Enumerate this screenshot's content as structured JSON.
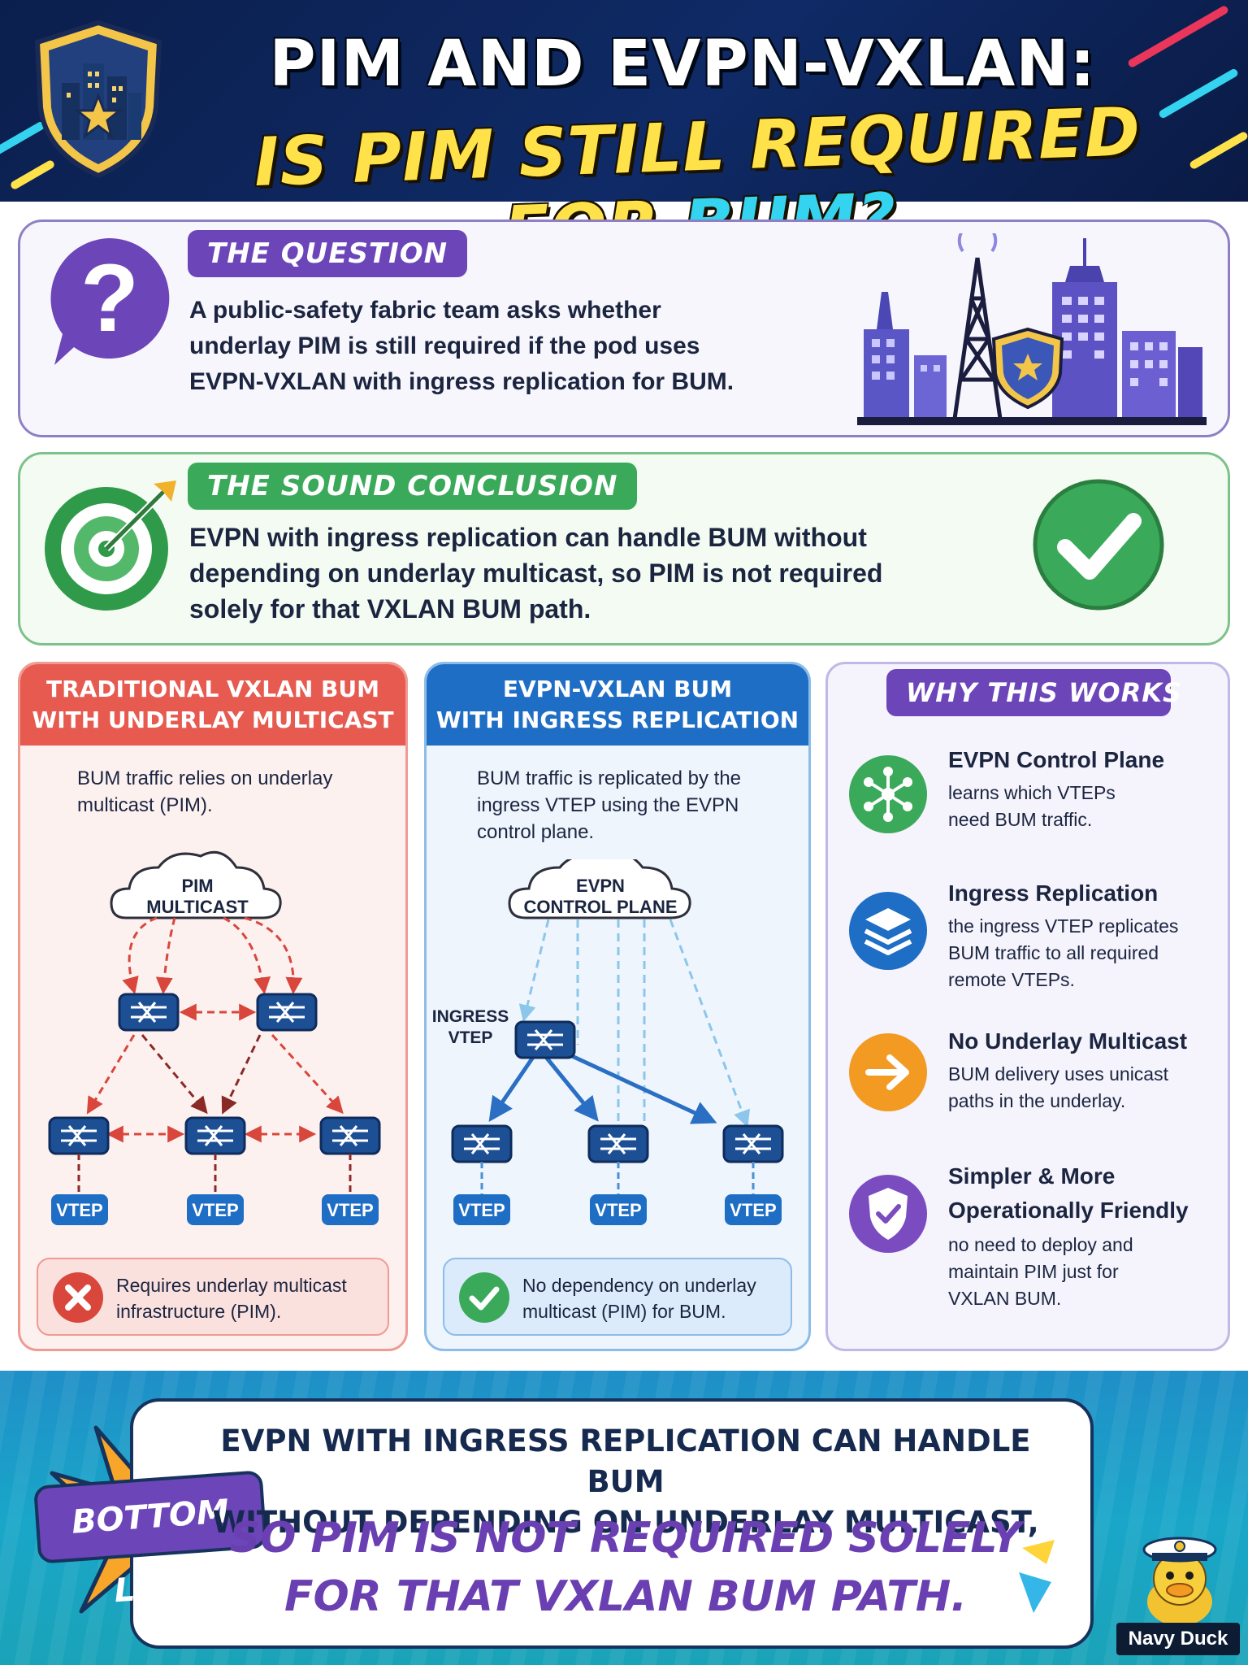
{
  "header": {
    "title_line1": "PIM AND EVPN-VXLAN:",
    "title_line2_prefix": "IS PIM STILL REQUIRED FOR ",
    "title_line2_highlight": "BUM?"
  },
  "question": {
    "tag": "THE QUESTION",
    "line1": "A public-safety fabric team asks whether",
    "line2": "underlay PIM is still required if the pod uses",
    "line3": "EVPN-VXLAN with ingress replication for BUM."
  },
  "conclusion": {
    "tag": "THE SOUND CONCLUSION",
    "line1": "EVPN with ingress replication can handle BUM without",
    "line2": "depending on underlay multicast, so PIM is not required",
    "line3": "solely for that VXLAN BUM path."
  },
  "traditional": {
    "header_line1": "TRADITIONAL VXLAN BUM",
    "header_line2": "WITH UNDERLAY MULTICAST",
    "desc_line1": "BUM traffic relies on underlay",
    "desc_line2": "multicast (PIM).",
    "cloud_line1": "PIM",
    "cloud_line2": "MULTICAST",
    "vteps": [
      "VTEP",
      "VTEP",
      "VTEP"
    ],
    "note_line1": "Requires underlay multicast",
    "note_line2": "infrastructure (PIM)."
  },
  "evpn": {
    "header_line1": "EVPN-VXLAN BUM",
    "header_line2": "WITH INGRESS REPLICATION",
    "desc_line1": "BUM traffic is replicated by the",
    "desc_line2": "ingress VTEP using the EVPN",
    "desc_line3": "control plane.",
    "cloud_line1": "EVPN",
    "cloud_line2": "CONTROL PLANE",
    "ingress_line1": "INGRESS",
    "ingress_line2": "VTEP",
    "vteps": [
      "VTEP",
      "VTEP",
      "VTEP"
    ],
    "note_line1": "No dependency on underlay",
    "note_line2": "multicast (PIM) for BUM."
  },
  "why": {
    "header": "WHY THIS WORKS",
    "items": [
      {
        "title1": "EVPN Control Plane",
        "title2": "",
        "text1": "learns which VTEPs",
        "text2": "need BUM traffic.",
        "text3": "",
        "icon": "network-icon",
        "color": "#3aaa5a"
      },
      {
        "title1": "Ingress Replication",
        "title2": "",
        "text1": "the ingress VTEP replicates",
        "text2": "BUM traffic to all required",
        "text3": "remote VTEPs.",
        "icon": "layers-icon",
        "color": "#1f6ec5"
      },
      {
        "title1": "No Underlay Multicast",
        "title2": "",
        "text1": "BUM delivery uses unicast",
        "text2": "paths in the underlay.",
        "text3": "",
        "icon": "arrow-right-icon",
        "color": "#f29a22"
      },
      {
        "title1": "Simpler & More",
        "title2": "Operationally Friendly",
        "text1": "no need to deploy and",
        "text2": "maintain PIM just for",
        "text3": "VXLAN BUM.",
        "icon": "shield-check-icon",
        "color": "#7a4cc0"
      }
    ]
  },
  "bottom": {
    "badge": "BOTTOM LINE",
    "line1": "EVPN WITH INGRESS REPLICATION CAN HANDLE BUM",
    "line2": "WITHOUT DEPENDING ON UNDERLAY MULTICAST,",
    "line3": "SO PIM IS NOT REQUIRED SOLELY",
    "line4": "FOR THAT VXLAN BUM PATH."
  },
  "brand": {
    "mascot_label": "Navy Duck"
  },
  "colors": {
    "header_bg": "#0b1f4d",
    "title_yellow": "#ffe14a",
    "title_cyan": "#34d3f0",
    "purple": "#7a4cc0",
    "green": "#3aaa5a",
    "red": "#e65a50",
    "blue": "#1f6ec5"
  }
}
